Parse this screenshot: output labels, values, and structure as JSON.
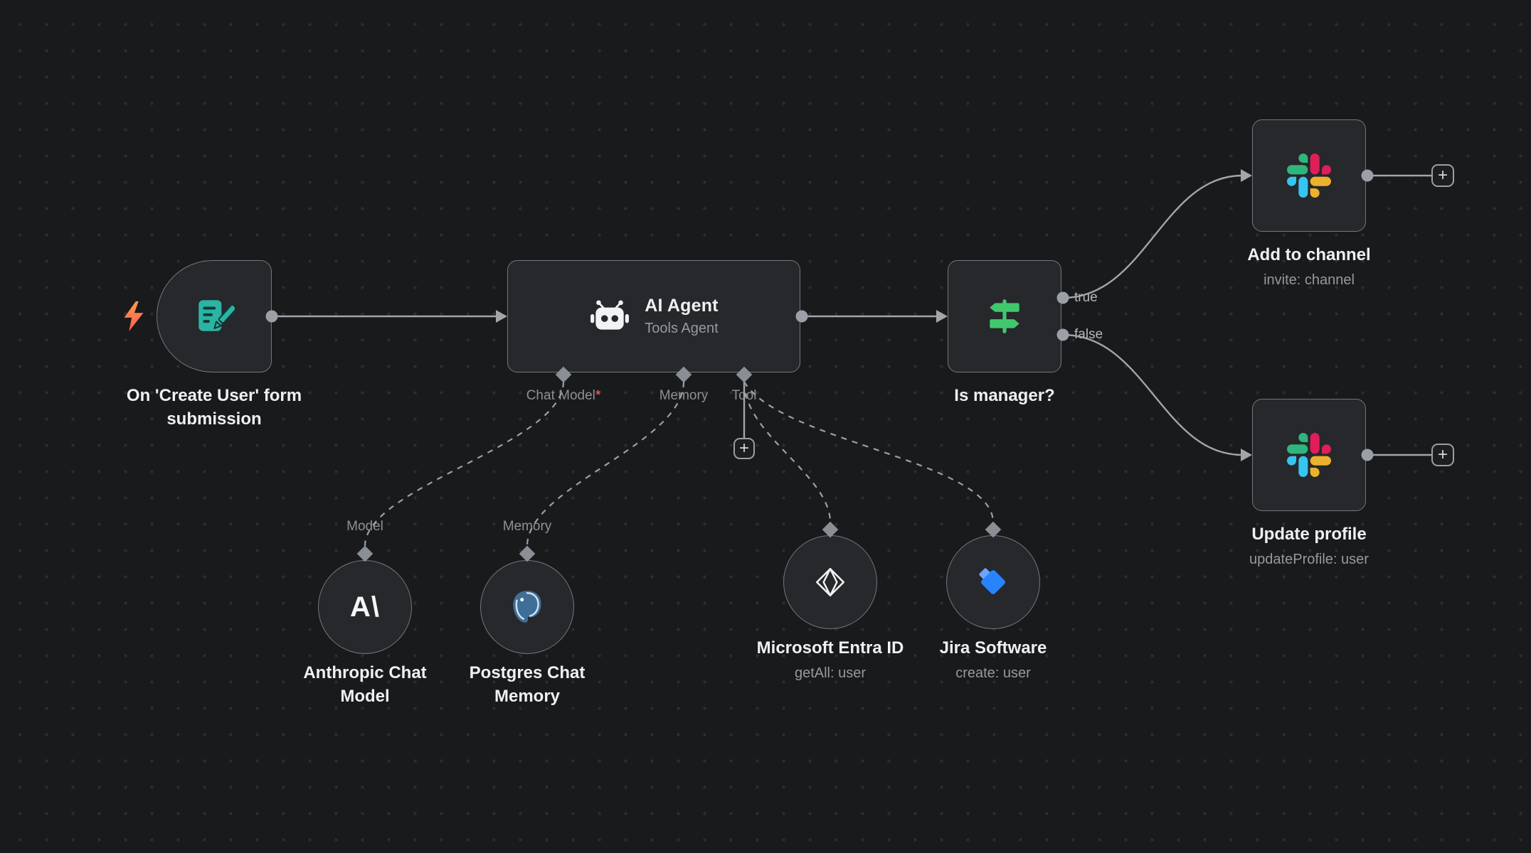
{
  "canvas": {
    "background": "#191a1b",
    "dot_color": "#2c2d2e"
  },
  "nodes": {
    "form_trigger": {
      "label_line1": "On 'Create User' form",
      "label_line2": "submission",
      "icon": "form-document-icon",
      "trigger_icon": "lightning-bolt-icon",
      "icon_color": "#2bb3a3",
      "bolt_color": "#ff7059"
    },
    "ai_agent": {
      "title": "AI Agent",
      "subtitle": "Tools Agent",
      "icon": "robot-icon",
      "ports": {
        "chat_model": {
          "label": "Chat Model",
          "required_marker": "*"
        },
        "memory": {
          "label": "Memory"
        },
        "tool": {
          "label": "Tool"
        }
      }
    },
    "is_manager": {
      "label": "Is manager?",
      "icon": "signpost-icon",
      "icon_color": "#41c86e",
      "outputs": {
        "true_label": "true",
        "false_label": "false"
      }
    },
    "add_to_channel": {
      "label": "Add to channel",
      "subtitle": "invite: channel",
      "icon": "slack-icon"
    },
    "update_profile": {
      "label": "Update profile",
      "subtitle": "updateProfile: user",
      "icon": "slack-icon"
    },
    "anthropic_chat_model": {
      "port_label": "Model",
      "label_line1": "Anthropic Chat",
      "label_line2": "Model",
      "icon": "anthropic-icon",
      "icon_text": "A\\"
    },
    "postgres_chat_memory": {
      "port_label": "Memory",
      "label_line1": "Postgres Chat",
      "label_line2": "Memory",
      "icon": "postgres-elephant-icon"
    },
    "microsoft_entra": {
      "label": "Microsoft Entra ID",
      "subtitle": "getAll: user",
      "icon": "entra-id-icon"
    },
    "jira": {
      "label": "Jira Software",
      "subtitle": "create: user",
      "icon": "jira-icon"
    }
  },
  "controls": {
    "add_node_plus": "+"
  },
  "colors": {
    "wire": "#a2a6ab",
    "node_bg": "#26282b",
    "node_border": "#72777e",
    "title_text": "#eef0f2",
    "subtitle_text": "#96999e",
    "slack_blue": "#36C5F0",
    "slack_green": "#2EB67D",
    "slack_red": "#E01E5A",
    "slack_yellow": "#ECB22E",
    "jira_blue": "#2684FF",
    "postgres_blue": "#3f6e96",
    "required_asterisk": "#ff6f5c"
  }
}
